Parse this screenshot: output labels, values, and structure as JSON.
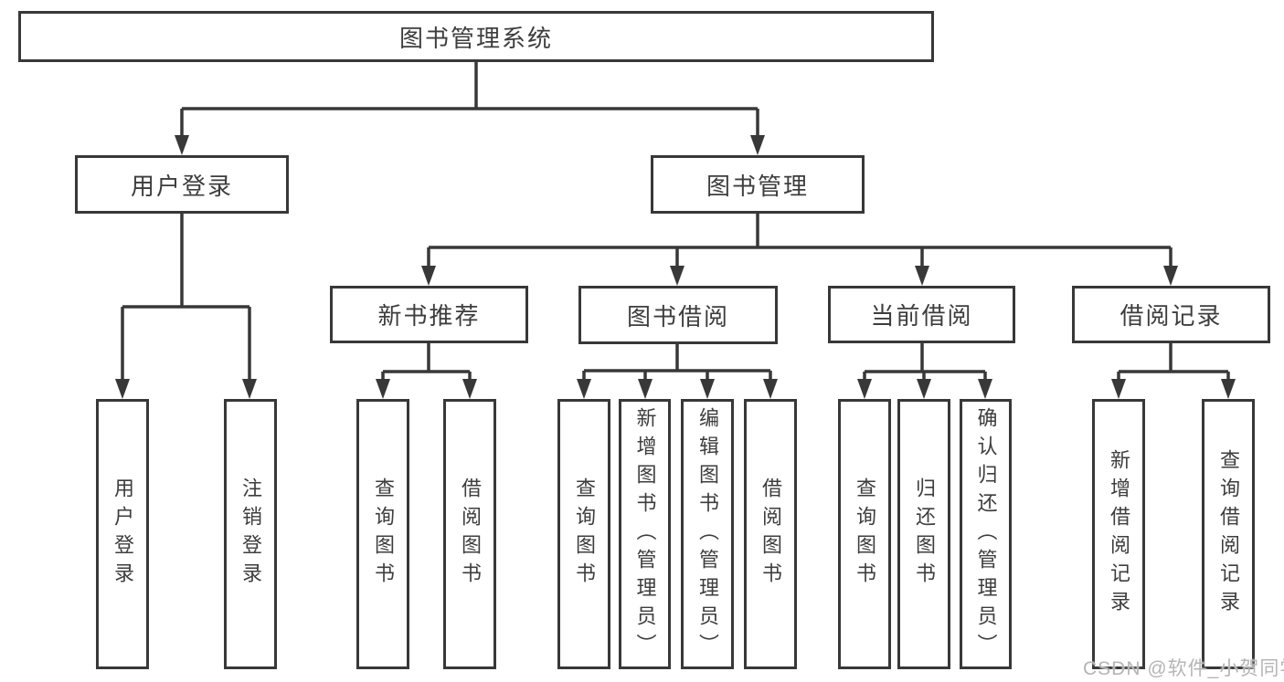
{
  "diagram": {
    "title": "图书管理系统",
    "watermark": "CSDN @软件_小贺同学",
    "colors": {
      "line": "#383838",
      "text": "#3d3d3d",
      "watermark": "#b5b5b5",
      "background": "#ffffff"
    },
    "level2": [
      {
        "label": "用户登录"
      },
      {
        "label": "图书管理"
      }
    ],
    "level3": [
      {
        "label": "新书推荐",
        "parent": "图书管理"
      },
      {
        "label": "图书借阅",
        "parent": "图书管理"
      },
      {
        "label": "当前借阅",
        "parent": "图书管理"
      },
      {
        "label": "借阅记录",
        "parent": "图书管理"
      }
    ],
    "leaves": [
      {
        "label": "用户登录",
        "parent": "用户登录"
      },
      {
        "label": "注销登录",
        "parent": "用户登录"
      },
      {
        "label": "查询图书",
        "parent": "新书推荐"
      },
      {
        "label": "借阅图书",
        "parent": "新书推荐"
      },
      {
        "label": "查询图书",
        "parent": "图书借阅"
      },
      {
        "label": "新增图书（管理员）",
        "parent": "图书借阅"
      },
      {
        "label": "编辑图书（管理员）",
        "parent": "图书借阅"
      },
      {
        "label": "借阅图书",
        "parent": "图书借阅"
      },
      {
        "label": "查询图书",
        "parent": "当前借阅"
      },
      {
        "label": "归还图书",
        "parent": "当前借阅"
      },
      {
        "label": "确认归还（管理员）",
        "parent": "当前借阅"
      },
      {
        "label": "新增借阅记录",
        "parent": "借阅记录"
      },
      {
        "label": "查询借阅记录",
        "parent": "借阅记录"
      }
    ]
  }
}
